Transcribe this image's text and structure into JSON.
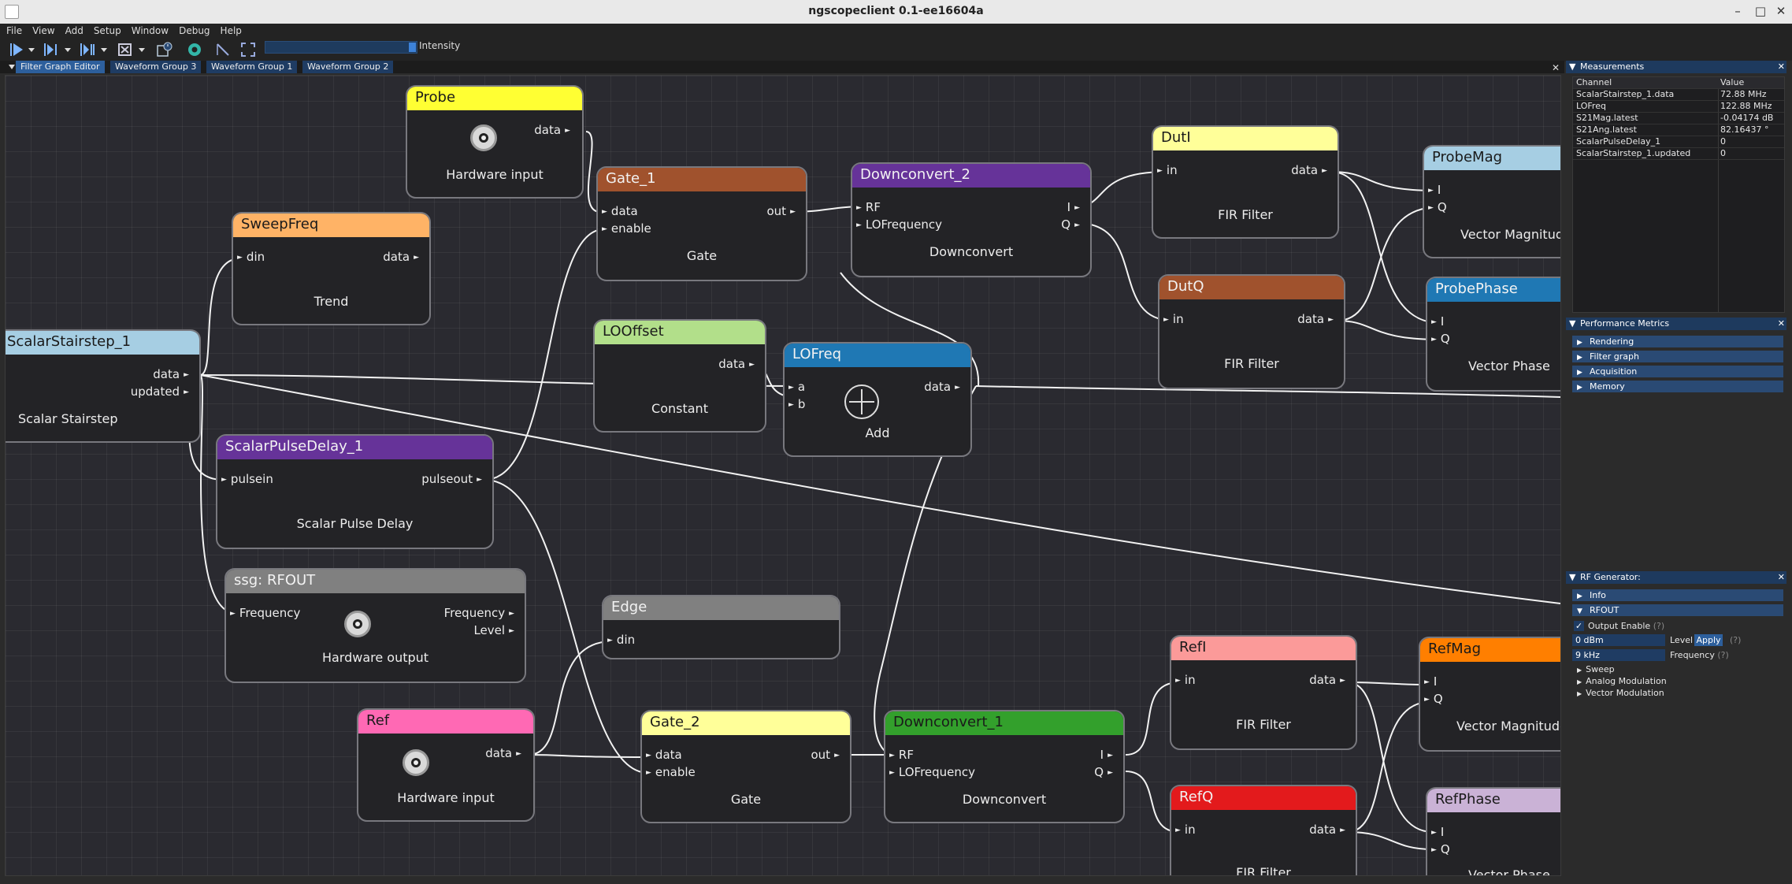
{
  "window": {
    "title": "ngscopeclient 0.1-ee16604a"
  },
  "menu": [
    "File",
    "View",
    "Add",
    "Setup",
    "Window",
    "Debug",
    "Help"
  ],
  "toolbar": {
    "intensity_label": "Intensity"
  },
  "dock_tabs": [
    "Filter Graph Editor",
    "Waveform Group 3",
    "Waveform Group 1",
    "Waveform Group 2"
  ],
  "colors": {
    "accent": "#2d5f9c",
    "tab_active": "#2d5f9c",
    "panel_title": "#1e3a5e"
  },
  "nodes": {
    "probe": {
      "title": "Probe",
      "out": "data",
      "caption": "Hardware input",
      "color": "#ffff33"
    },
    "sweepfreq": {
      "title": "SweepFreq",
      "in": "din",
      "out": "data",
      "caption": "Trend",
      "color": "#ffb366"
    },
    "gate1": {
      "title": "Gate_1",
      "in1": "data",
      "in2": "enable",
      "out": "out",
      "caption": "Gate",
      "color": "#a0522d"
    },
    "downconvert2": {
      "title": "Downconvert_2",
      "in1": "RF",
      "in2": "LOFrequency",
      "out1": "I",
      "out2": "Q",
      "caption": "Downconvert",
      "color": "#663399"
    },
    "duti": {
      "title": "DutI",
      "in": "in",
      "out": "data",
      "caption": "FIR Filter",
      "color": "#ffff99"
    },
    "dutq": {
      "title": "DutQ",
      "in": "in",
      "out": "data",
      "caption": "FIR Filter",
      "color": "#a0522d"
    },
    "probemag": {
      "title": "ProbeMag",
      "in1": "I",
      "in2": "Q",
      "caption": "Vector Magnitude",
      "color": "#a6cee3"
    },
    "probephase": {
      "title": "ProbePhase",
      "in1": "I",
      "in2": "Q",
      "caption": "Vector Phase",
      "color": "#1f78b4"
    },
    "scalarstairstep": {
      "title": "ScalarStairstep_1",
      "out1": "data",
      "out2": "updated",
      "caption": "Scalar Stairstep",
      "color": "#a6cee3"
    },
    "looffset": {
      "title": "LOOffset",
      "out": "data",
      "caption": "Constant",
      "color": "#b2df8a"
    },
    "lofreq": {
      "title": "LOFreq",
      "in1": "a",
      "in2": "b",
      "out": "data",
      "caption": "Add",
      "color": "#1f78b4"
    },
    "pulsedelay": {
      "title": "ScalarPulseDelay_1",
      "in": "pulsein",
      "out": "pulseout",
      "caption": "Scalar Pulse Delay",
      "color": "#663399"
    },
    "ssg": {
      "title": "ssg: RFOUT",
      "in": "Frequency",
      "out1": "Frequency",
      "out2": "Level",
      "caption": "Hardware output",
      "color": "#808080"
    },
    "edge": {
      "title": "Edge",
      "in": "din",
      "color": "#808080"
    },
    "ref": {
      "title": "Ref",
      "out": "data",
      "caption": "Hardware input",
      "color": "#ff69b4"
    },
    "gate2": {
      "title": "Gate_2",
      "in1": "data",
      "in2": "enable",
      "out": "out",
      "caption": "Gate",
      "color": "#ffff99"
    },
    "downconvert1": {
      "title": "Downconvert_1",
      "in1": "RF",
      "in2": "LOFrequency",
      "out1": "I",
      "out2": "Q",
      "caption": "Downconvert",
      "color": "#33a02c"
    },
    "refi": {
      "title": "RefI",
      "in": "in",
      "out": "data",
      "caption": "FIR Filter",
      "color": "#fb9a99"
    },
    "refq": {
      "title": "RefQ",
      "in": "in",
      "out": "data",
      "caption": "FIR Filter",
      "color": "#e31a1c"
    },
    "refmag": {
      "title": "RefMag",
      "in1": "I",
      "in2": "Q",
      "caption": "Vector Magnitude",
      "color": "#ff7f00"
    },
    "refphase": {
      "title": "RefPhase",
      "in1": "I",
      "in2": "Q",
      "caption": "Vector Phase",
      "color": "#cab2d6"
    }
  },
  "measurements": {
    "title": "Measurements",
    "col_channel": "Channel",
    "col_value": "Value",
    "rows": [
      {
        "channel": "ScalarStairstep_1.data",
        "value": "72.88 MHz"
      },
      {
        "channel": "LOFreq",
        "value": "122.88 MHz"
      },
      {
        "channel": "S21Mag.latest",
        "value": "-0.04174 dB"
      },
      {
        "channel": "S21Ang.latest",
        "value": "82.16437 °"
      },
      {
        "channel": "ScalarPulseDelay_1",
        "value": "0"
      },
      {
        "channel": "ScalarStairstep_1.updated",
        "value": "0"
      }
    ]
  },
  "performance": {
    "title": "Performance Metrics",
    "sections": [
      "Rendering",
      "Filter graph",
      "Acquisition",
      "Memory"
    ]
  },
  "rfgen": {
    "title": "RF Generator:",
    "info": "Info",
    "channel": "RFOUT",
    "output_enable": "Output Enable",
    "help": "(?)",
    "level_value": "0 dBm",
    "level_label": "Level",
    "apply": "Apply",
    "frequency_value": "9 kHz",
    "frequency_label": "Frequency",
    "sub": [
      "Sweep",
      "Analog Modulation",
      "Vector Modulation"
    ]
  }
}
